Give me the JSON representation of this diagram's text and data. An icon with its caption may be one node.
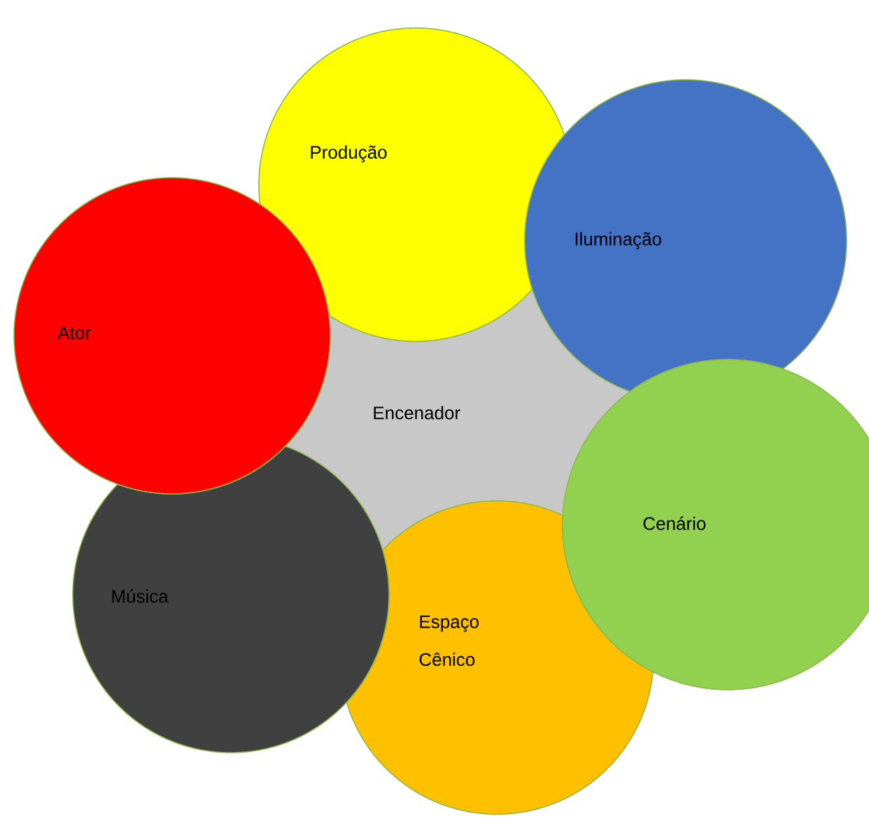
{
  "diagram": {
    "nodes": [
      {
        "text": [
          "Produção"
        ]
      },
      {
        "text": [
          "Iluminação"
        ]
      },
      {
        "text": [
          "Ator"
        ]
      },
      {
        "text": [
          "Encenador"
        ]
      },
      {
        "text": [
          "Cenário"
        ]
      },
      {
        "text": [
          "Música"
        ]
      },
      {
        "text": [
          "Espaço Cênico"
        ]
      }
    ]
  }
}
